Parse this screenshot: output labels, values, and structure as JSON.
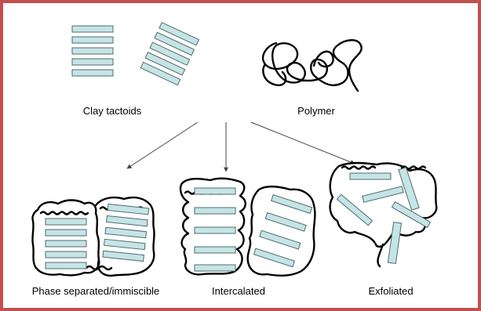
{
  "labels": {
    "clay_tactoids": "Clay tactoids",
    "polymer": "Polymer",
    "phase_separated": "Phase separated/immiscible",
    "intercalated": "Intercalated",
    "exfoliated": "Exfoliated"
  },
  "colors": {
    "border": "#c0504d",
    "platelet_fill": "#c6e4e6",
    "platelet_stroke": "#4d6b6d",
    "line": "#000000"
  }
}
